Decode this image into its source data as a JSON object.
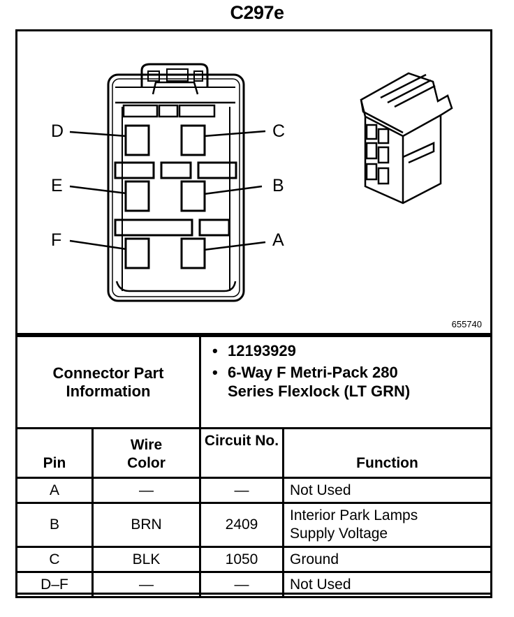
{
  "title": "C297e",
  "figure_id": "655740",
  "pin_labels": [
    "D",
    "C",
    "E",
    "B",
    "F",
    "A"
  ],
  "connector_part_information": {
    "label": "Connector Part Information",
    "items": [
      "12193929",
      "6-Way F Metri-Pack 280 Series Flexlock (LT GRN)"
    ]
  },
  "table": {
    "headers": {
      "pin": "Pin",
      "wire_color": "Wire Color",
      "circuit_no": "Circuit No.",
      "function": "Function"
    },
    "rows": [
      {
        "pin": "A",
        "wire_color": "—",
        "circuit_no": "—",
        "function": "Not Used"
      },
      {
        "pin": "B",
        "wire_color": "BRN",
        "circuit_no": "2409",
        "function": "Interior Park Lamps Supply Voltage"
      },
      {
        "pin": "C",
        "wire_color": "BLK",
        "circuit_no": "1050",
        "function": "Ground"
      },
      {
        "pin": "D–F",
        "wire_color": "—",
        "circuit_no": "—",
        "function": "Not Used"
      }
    ]
  }
}
